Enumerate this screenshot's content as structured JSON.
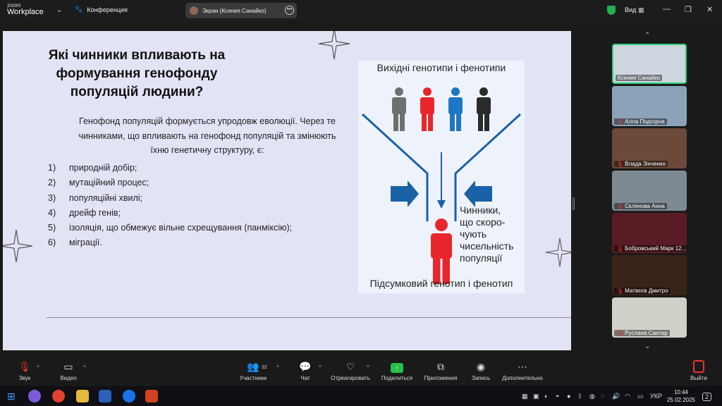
{
  "app": {
    "logo_line1": "zoom",
    "logo_line2": "Workplace",
    "meeting_label": "Конференция",
    "screen_share_label": "Экран (Ксения Санайко)",
    "view_label": "Вид"
  },
  "slide": {
    "title": "Які чинники впливають на формування генофонду популяцій людини?",
    "intro": "Генофонд популяцій формується упродовж еволюції. Через те чинниками, що  впливають на генофонд популяцій та змінюють їхню генетичну структуру,  є:",
    "list": [
      {
        "num": "1)",
        "text": "природній добір;"
      },
      {
        "num": "2)",
        "text": "мутаційний процес;"
      },
      {
        "num": "3)",
        "text": "популяційні хвилі;"
      },
      {
        "num": "4)",
        "text": "дрейф генів;"
      },
      {
        "num": "5)",
        "text": "ізоляція, що обмежує вільне схрещування (панміксію);"
      },
      {
        "num": "6)",
        "text": "міграції."
      }
    ],
    "figure": {
      "top_label": "Вихідні генотипи і фенотипи",
      "side_label_lines": [
        "Чинники,",
        "що скоро-",
        "чують",
        "чисельність",
        "популяції"
      ],
      "bottom_label": "Підсумковий генотип і фенотип",
      "colors": {
        "grey": "#6f6f6f",
        "red": "#e8262b",
        "blue": "#1c78c4",
        "black": "#2a2a2a",
        "funnel": "#1a62a8"
      }
    }
  },
  "participants": [
    {
      "name": "Ксения Санайко",
      "muted": false,
      "active": true,
      "bg": "#cfd6df"
    },
    {
      "name": "Алла Подгорна",
      "muted": true,
      "active": false,
      "bg": "#8aa3b8"
    },
    {
      "name": "Влада Зінченко",
      "muted": true,
      "active": false,
      "bg": "#6b4a3a"
    },
    {
      "name": "Склянова Анна",
      "muted": true,
      "active": false,
      "bg": "#7d8a94"
    },
    {
      "name": "Бобровський Марк 12...",
      "muted": true,
      "active": false,
      "bg": "#5a1c24"
    },
    {
      "name": "Матвєєв Дмитро",
      "muted": true,
      "active": false,
      "bg": "#3a2418"
    },
    {
      "name": "Руслана Сантар",
      "muted": true,
      "active": false,
      "bg": "#cfd0c8"
    }
  ],
  "toolbar": {
    "audio": "Звук",
    "video": "Видео",
    "participants": "Участники",
    "participants_count": "32",
    "chat": "Чат",
    "react": "Отреагировать",
    "share": "Поделиться",
    "apps": "Приложения",
    "record": "Запись",
    "more": "Дополнительно",
    "leave": "Выйти"
  },
  "taskbar": {
    "language": "УКР",
    "time": "10:44",
    "date": "25.02.2025",
    "notification_count": "2"
  }
}
